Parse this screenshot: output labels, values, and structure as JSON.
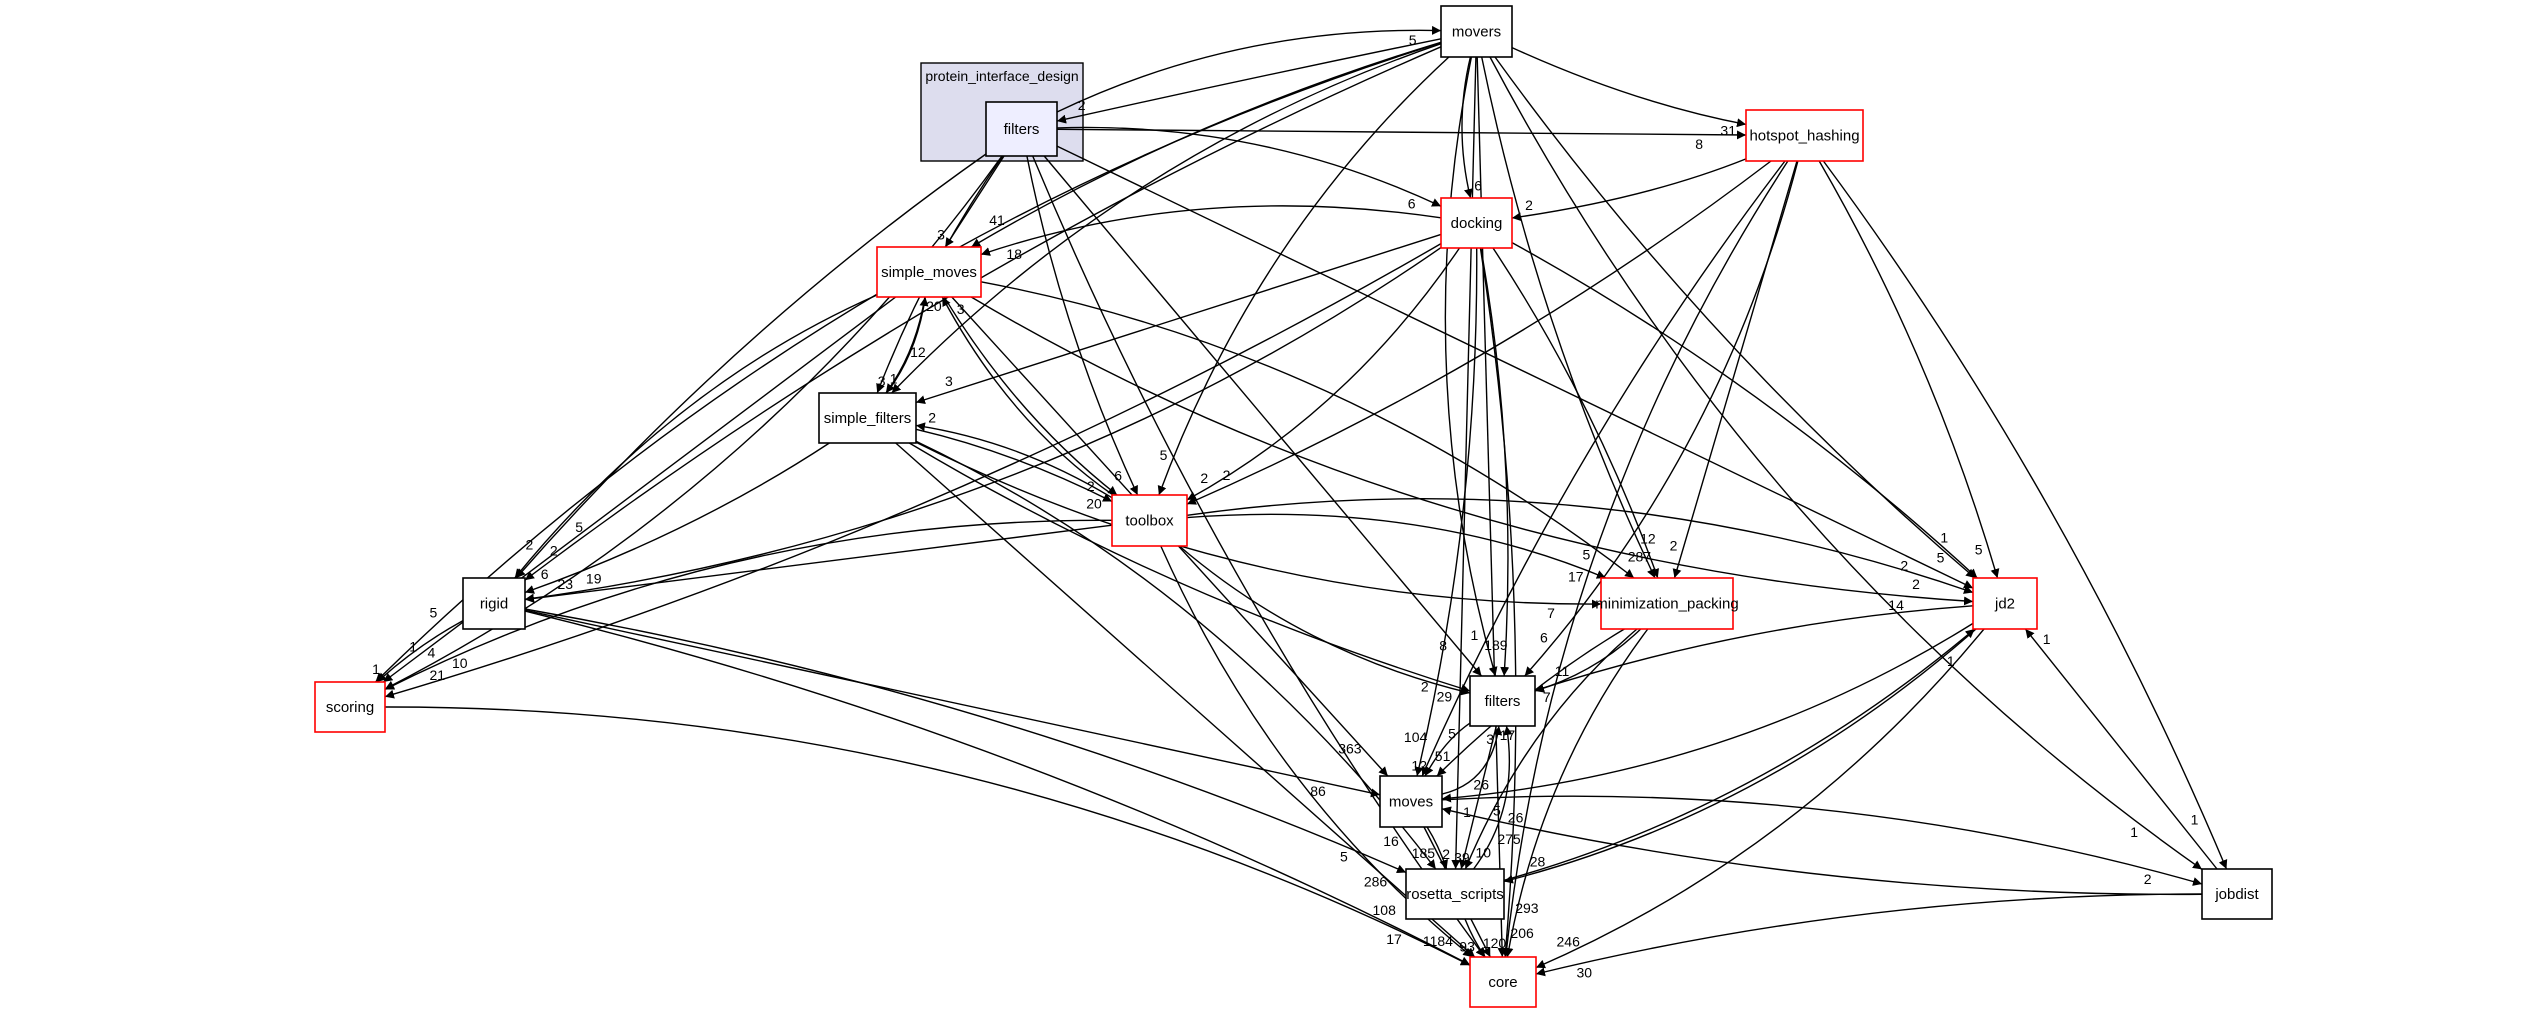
{
  "cluster": {
    "label": "protein_interface_design",
    "fill": "#ddddee"
  },
  "colors": {
    "highlight_border": "#ff0000",
    "default_border": "#000000",
    "focus_fill": "#eeeeff"
  },
  "nodes": [
    {
      "id": "pid_filters",
      "label": "filters",
      "style": "focus"
    },
    {
      "id": "movers",
      "label": "movers",
      "style": "plain"
    },
    {
      "id": "hotspot_hashing",
      "label": "hotspot_hashing",
      "style": "red"
    },
    {
      "id": "docking",
      "label": "docking",
      "style": "red"
    },
    {
      "id": "simple_moves",
      "label": "simple_moves",
      "style": "red"
    },
    {
      "id": "simple_filters",
      "label": "simple_filters",
      "style": "plain"
    },
    {
      "id": "toolbox",
      "label": "toolbox",
      "style": "red"
    },
    {
      "id": "rigid",
      "label": "rigid",
      "style": "plain"
    },
    {
      "id": "minimization_packing",
      "label": "minimization_packing",
      "style": "red"
    },
    {
      "id": "jd2",
      "label": "jd2",
      "style": "red"
    },
    {
      "id": "scoring",
      "label": "scoring",
      "style": "red"
    },
    {
      "id": "filters",
      "label": "filters",
      "style": "plain"
    },
    {
      "id": "moves",
      "label": "moves",
      "style": "plain"
    },
    {
      "id": "rosetta_scripts",
      "label": "rosetta_scripts",
      "style": "plain"
    },
    {
      "id": "jobdist",
      "label": "jobdist",
      "style": "plain"
    },
    {
      "id": "core",
      "label": "core",
      "style": "red"
    }
  ],
  "edges": [
    {
      "from": "pid_filters",
      "to": "movers",
      "label": "5"
    },
    {
      "from": "movers",
      "to": "pid_filters",
      "label": "2"
    },
    {
      "from": "pid_filters",
      "to": "hotspot_hashing",
      "label": "8"
    },
    {
      "from": "movers",
      "to": "hotspot_hashing",
      "label": "31"
    },
    {
      "from": "movers",
      "to": "docking",
      "label": "6"
    },
    {
      "from": "pid_filters",
      "to": "docking",
      "label": "6"
    },
    {
      "from": "hotspot_hashing",
      "to": "docking",
      "label": "2"
    },
    {
      "from": "pid_filters",
      "to": "simple_moves",
      "label": "3"
    },
    {
      "from": "movers",
      "to": "simple_moves",
      "label": "41"
    },
    {
      "from": "docking",
      "to": "simple_moves",
      "label": "18"
    },
    {
      "from": "simple_moves",
      "to": "simple_filters",
      "label": "3"
    },
    {
      "from": "simple_filters",
      "to": "simple_moves",
      "label": "20"
    },
    {
      "from": "docking",
      "to": "simple_filters",
      "label": "3"
    },
    {
      "from": "pid_filters",
      "to": "simple_filters",
      "label": "1"
    },
    {
      "from": "movers",
      "to": "simple_filters",
      "label": "12"
    },
    {
      "from": "toolbox",
      "to": "simple_moves",
      "label": "3"
    },
    {
      "from": "simple_filters",
      "to": "toolbox",
      "label": "20"
    },
    {
      "from": "toolbox",
      "to": "simple_filters",
      "label": "2"
    },
    {
      "from": "pid_filters",
      "to": "toolbox",
      "label": "6"
    },
    {
      "from": "movers",
      "to": "toolbox",
      "label": "5"
    },
    {
      "from": "docking",
      "to": "toolbox",
      "label": "2"
    },
    {
      "from": "hotspot_hashing",
      "to": "toolbox",
      "label": "2"
    },
    {
      "from": "simple_moves",
      "to": "toolbox",
      "label": "2"
    },
    {
      "from": "movers",
      "to": "rigid",
      "label": "5"
    },
    {
      "from": "simple_moves",
      "to": "rigid",
      "label": "2"
    },
    {
      "from": "docking",
      "to": "rigid",
      "label": "19"
    },
    {
      "from": "simple_filters",
      "to": "rigid",
      "label": "6"
    },
    {
      "from": "toolbox",
      "to": "rigid",
      "label": "23"
    },
    {
      "from": "pid_filters",
      "to": "rigid",
      "label": "2"
    },
    {
      "from": "movers",
      "to": "scoring",
      "label": "5"
    },
    {
      "from": "pid_filters",
      "to": "scoring",
      "label": "4"
    },
    {
      "from": "docking",
      "to": "scoring",
      "label": "10"
    },
    {
      "from": "simple_moves",
      "to": "scoring",
      "label": "1"
    },
    {
      "from": "rigid",
      "to": "scoring",
      "label": "1"
    },
    {
      "from": "toolbox",
      "to": "scoring",
      "label": "21"
    },
    {
      "from": "toolbox",
      "to": "minimization_packing",
      "label": "17"
    },
    {
      "from": "docking",
      "to": "minimization_packing",
      "label": "287"
    },
    {
      "from": "hotspot_hashing",
      "to": "minimization_packing",
      "label": "2"
    },
    {
      "from": "movers",
      "to": "minimization_packing",
      "label": "12"
    },
    {
      "from": "simple_filters",
      "to": "minimization_packing",
      "label": "7"
    },
    {
      "from": "simple_moves",
      "to": "minimization_packing",
      "label": "5"
    },
    {
      "from": "docking",
      "to": "jd2",
      "label": "5"
    },
    {
      "from": "pid_filters",
      "to": "jd2",
      "label": "2"
    },
    {
      "from": "movers",
      "to": "jd2",
      "label": "1"
    },
    {
      "from": "simple_moves",
      "to": "jd2",
      "label": "14"
    },
    {
      "from": "toolbox",
      "to": "jd2",
      "label": "2"
    },
    {
      "from": "hotspot_hashing",
      "to": "jd2",
      "label": "5"
    },
    {
      "from": "jobdist",
      "to": "jd2",
      "label": "1"
    },
    {
      "from": "simple_filters",
      "to": "filters",
      "label": "2"
    },
    {
      "from": "toolbox",
      "to": "filters",
      "label": "29"
    },
    {
      "from": "minimization_packing",
      "to": "filters",
      "label": "7"
    },
    {
      "from": "docking",
      "to": "filters",
      "label": "189"
    },
    {
      "from": "pid_filters",
      "to": "filters",
      "label": "8"
    },
    {
      "from": "jd2",
      "to": "filters",
      "label": "11"
    },
    {
      "from": "movers",
      "to": "filters",
      "label": "1"
    },
    {
      "from": "hotspot_hashing",
      "to": "filters",
      "label": "6"
    },
    {
      "from": "docking",
      "to": "moves",
      "label": "104"
    },
    {
      "from": "simple_moves",
      "to": "moves",
      "label": "363"
    },
    {
      "from": "minimization_packing",
      "to": "moves",
      "label": "51"
    },
    {
      "from": "filters",
      "to": "moves",
      "label": "12"
    },
    {
      "from": "jd2",
      "to": "moves",
      "label": "26"
    },
    {
      "from": "jobdist",
      "to": "moves",
      "label": "5"
    },
    {
      "from": "rigid",
      "to": "moves",
      "label": "86"
    },
    {
      "from": "hotspot_hashing",
      "to": "moves",
      "label": "5"
    },
    {
      "from": "moves",
      "to": "filters",
      "label": "17"
    },
    {
      "from": "simple_filters",
      "to": "rosetta_scripts",
      "label": "16"
    },
    {
      "from": "moves",
      "to": "rosetta_scripts",
      "label": "39"
    },
    {
      "from": "filters",
      "to": "rosetta_scripts",
      "label": "2"
    },
    {
      "from": "rosetta_scripts",
      "to": "filters",
      "label": "3"
    },
    {
      "from": "minimization_packing",
      "to": "rosetta_scripts",
      "label": "10"
    },
    {
      "from": "jd2",
      "to": "rosetta_scripts",
      "label": "28"
    },
    {
      "from": "rigid",
      "to": "rosetta_scripts",
      "label": "5"
    },
    {
      "from": "movers",
      "to": "rosetta_scripts",
      "label": "1"
    },
    {
      "from": "rosetta_scripts",
      "to": "jd2",
      "label": "1"
    },
    {
      "from": "movers",
      "to": "jobdist",
      "label": "1"
    },
    {
      "from": "moves",
      "to": "jobdist",
      "label": "2"
    },
    {
      "from": "hotspot_hashing",
      "to": "jobdist",
      "label": "1"
    },
    {
      "from": "moves",
      "to": "core",
      "label": "120"
    },
    {
      "from": "rosetta_scripts",
      "to": "core",
      "label": "93"
    },
    {
      "from": "toolbox",
      "to": "core",
      "label": "1184"
    },
    {
      "from": "scoring",
      "to": "core",
      "label": "17"
    },
    {
      "from": "rigid",
      "to": "core",
      "label": "108"
    },
    {
      "from": "simple_filters",
      "to": "core",
      "label": "286"
    },
    {
      "from": "pid_filters",
      "to": "core",
      "label": "185"
    },
    {
      "from": "minimization_packing",
      "to": "core",
      "label": "206"
    },
    {
      "from": "jd2",
      "to": "core",
      "label": "246"
    },
    {
      "from": "docking",
      "to": "core",
      "label": "293"
    },
    {
      "from": "movers",
      "to": "core",
      "label": "275"
    },
    {
      "from": "jobdist",
      "to": "core",
      "label": "30"
    },
    {
      "from": "hotspot_hashing",
      "to": "core",
      "label": "26"
    }
  ]
}
